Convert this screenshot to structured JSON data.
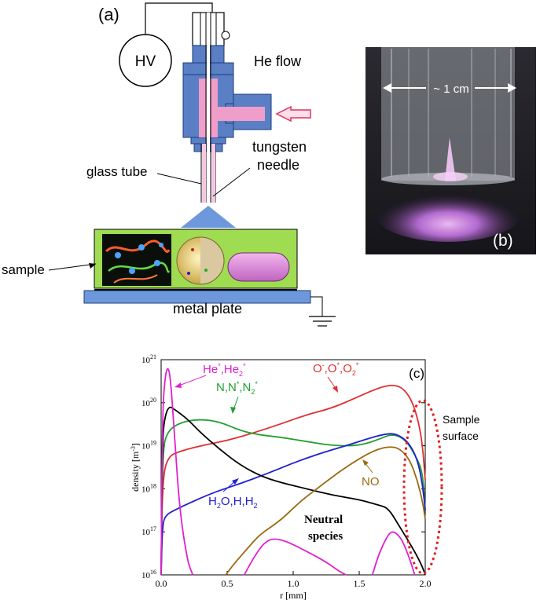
{
  "panel_a": {
    "label": "(a)",
    "hv": "HV",
    "he_flow": "He flow",
    "tungsten_1": "tungsten",
    "tungsten_2": "needle",
    "glass_tube": "glass tube",
    "sample": "sample",
    "metal_plate": "metal plate"
  },
  "panel_b": {
    "label": "(b)",
    "scale": "~ 1 cm"
  },
  "chart_data": {
    "type": "line",
    "panel_label": "(c)",
    "xlabel": "r [mm]",
    "ylabel": "density [m",
    "ylabel_sup": "-3",
    "ylabel_end": "]",
    "xlim": [
      0,
      2.0
    ],
    "ylim_log10": [
      16,
      21
    ],
    "y_scale": "log",
    "x_ticks": [
      "0.0",
      "0.5",
      "1.0",
      "1.5",
      "2.0"
    ],
    "x_tick_values": [
      0,
      0.5,
      1.0,
      1.5,
      2.0
    ],
    "y_ticks": [
      {
        "base": "10",
        "exp": "16",
        "value": 16
      },
      {
        "base": "10",
        "exp": "17",
        "value": 17
      },
      {
        "base": "10",
        "exp": "18",
        "value": 18
      },
      {
        "base": "10",
        "exp": "19",
        "value": 19
      },
      {
        "base": "10",
        "exp": "20",
        "value": 20
      },
      {
        "base": "10",
        "exp": "21",
        "value": 21
      }
    ],
    "series": [
      {
        "color": "#e03030",
        "points": [
          [
            0.0,
            16.0
          ],
          [
            0.01,
            18.2
          ],
          [
            0.05,
            18.75
          ],
          [
            0.15,
            18.88
          ],
          [
            0.3,
            19.0
          ],
          [
            0.5,
            19.12
          ],
          [
            0.7,
            19.3
          ],
          [
            0.9,
            19.5
          ],
          [
            1.1,
            19.72
          ],
          [
            1.3,
            19.88
          ],
          [
            1.5,
            20.15
          ],
          [
            1.65,
            20.35
          ],
          [
            1.75,
            20.42
          ],
          [
            1.83,
            20.35
          ],
          [
            1.9,
            20.05
          ],
          [
            1.95,
            19.55
          ],
          [
            1.98,
            19.0
          ],
          [
            2.0,
            18.2
          ]
        ]
      },
      {
        "color": "#20a030",
        "points": [
          [
            0.0,
            16.0
          ],
          [
            0.01,
            18.9
          ],
          [
            0.05,
            19.35
          ],
          [
            0.15,
            19.55
          ],
          [
            0.3,
            19.62
          ],
          [
            0.45,
            19.55
          ],
          [
            0.6,
            19.35
          ],
          [
            0.75,
            19.25
          ],
          [
            0.9,
            19.2
          ],
          [
            1.1,
            19.1
          ],
          [
            1.3,
            19.0
          ],
          [
            1.5,
            19.0
          ],
          [
            1.65,
            19.15
          ],
          [
            1.75,
            19.28
          ],
          [
            1.85,
            19.15
          ],
          [
            1.93,
            18.75
          ],
          [
            1.98,
            18.4
          ],
          [
            2.0,
            17.5
          ]
        ]
      },
      {
        "color": "#2020d0",
        "points": [
          [
            0.0,
            16.0
          ],
          [
            0.01,
            17.2
          ],
          [
            0.04,
            17.4
          ],
          [
            0.1,
            17.5
          ],
          [
            0.2,
            17.65
          ],
          [
            0.4,
            17.92
          ],
          [
            0.6,
            18.12
          ],
          [
            0.8,
            18.35
          ],
          [
            1.0,
            18.6
          ],
          [
            1.2,
            18.82
          ],
          [
            1.4,
            19.0
          ],
          [
            1.55,
            19.15
          ],
          [
            1.7,
            19.28
          ],
          [
            1.78,
            19.28
          ],
          [
            1.87,
            19.1
          ],
          [
            1.94,
            18.7
          ],
          [
            1.98,
            18.1
          ],
          [
            2.0,
            17.5
          ]
        ]
      },
      {
        "color": "#000000",
        "points": [
          [
            0.0,
            16.0
          ],
          [
            0.01,
            19.2
          ],
          [
            0.03,
            19.7
          ],
          [
            0.06,
            19.92
          ],
          [
            0.1,
            19.85
          ],
          [
            0.2,
            19.62
          ],
          [
            0.3,
            19.3
          ],
          [
            0.45,
            18.9
          ],
          [
            0.6,
            18.55
          ],
          [
            0.75,
            18.3
          ],
          [
            0.9,
            18.15
          ],
          [
            1.1,
            18.0
          ],
          [
            1.3,
            17.85
          ],
          [
            1.5,
            17.75
          ],
          [
            1.65,
            17.62
          ],
          [
            1.72,
            17.55
          ],
          [
            1.8,
            17.15
          ],
          [
            1.9,
            16.65
          ],
          [
            1.97,
            16.25
          ],
          [
            2.0,
            16.0
          ]
        ]
      },
      {
        "color": "#e020d0",
        "points": [
          [
            0.0,
            16.0
          ],
          [
            0.01,
            19.8
          ],
          [
            0.03,
            20.6
          ],
          [
            0.05,
            20.85
          ],
          [
            0.07,
            20.6
          ],
          [
            0.1,
            19.3
          ],
          [
            0.14,
            17.5
          ],
          [
            0.2,
            16.3
          ],
          [
            0.24,
            16.0
          ]
        ]
      },
      {
        "color": "#e020d0",
        "points": [
          [
            0.63,
            16.0
          ],
          [
            0.7,
            16.4
          ],
          [
            0.78,
            16.75
          ],
          [
            0.85,
            16.85
          ],
          [
            0.95,
            16.78
          ],
          [
            1.1,
            16.55
          ],
          [
            1.25,
            16.3
          ],
          [
            1.35,
            16.08
          ],
          [
            1.4,
            16.0
          ]
        ]
      },
      {
        "color": "#e020d0",
        "points": [
          [
            1.6,
            16.0
          ],
          [
            1.65,
            16.5
          ],
          [
            1.72,
            16.95
          ],
          [
            1.76,
            17.02
          ],
          [
            1.82,
            16.85
          ],
          [
            1.88,
            16.4
          ],
          [
            1.92,
            16.0
          ]
        ]
      },
      {
        "color": "#9a6a10",
        "points": [
          [
            0.49,
            16.0
          ],
          [
            0.55,
            16.25
          ],
          [
            0.65,
            16.6
          ],
          [
            0.75,
            16.95
          ],
          [
            0.9,
            17.25
          ],
          [
            1.05,
            17.7
          ],
          [
            1.2,
            18.05
          ],
          [
            1.35,
            18.4
          ],
          [
            1.5,
            18.7
          ],
          [
            1.62,
            18.9
          ],
          [
            1.72,
            18.98
          ],
          [
            1.8,
            18.95
          ],
          [
            1.88,
            18.7
          ],
          [
            1.94,
            18.2
          ],
          [
            1.98,
            17.7
          ],
          [
            2.0,
            17.3
          ]
        ]
      }
    ],
    "annotations": {
      "he": "He",
      "he_sup1": "*",
      "he2": ",He",
      "he2_sub": "2",
      "he2_sup": "*",
      "o": "O",
      "o_sup1": "-",
      "o2": ",O",
      "o2_sup": "*",
      "o3": ",O",
      "o3_sub": "2",
      "o3_sup": "*",
      "n": "N",
      "n2": ",N",
      "n2_sup": "*",
      "n3": ",N",
      "n3_sub": "2",
      "n3_sup": "*",
      "no": "NO",
      "h2o_h": "H",
      "h2o_sub": "2",
      "h2o_o": "O,H,H",
      "h2_sub": "2",
      "neutral_1": "Neutral",
      "neutral_2": "species",
      "sample_surface_1": "Sample",
      "sample_surface_2": "surface"
    }
  }
}
